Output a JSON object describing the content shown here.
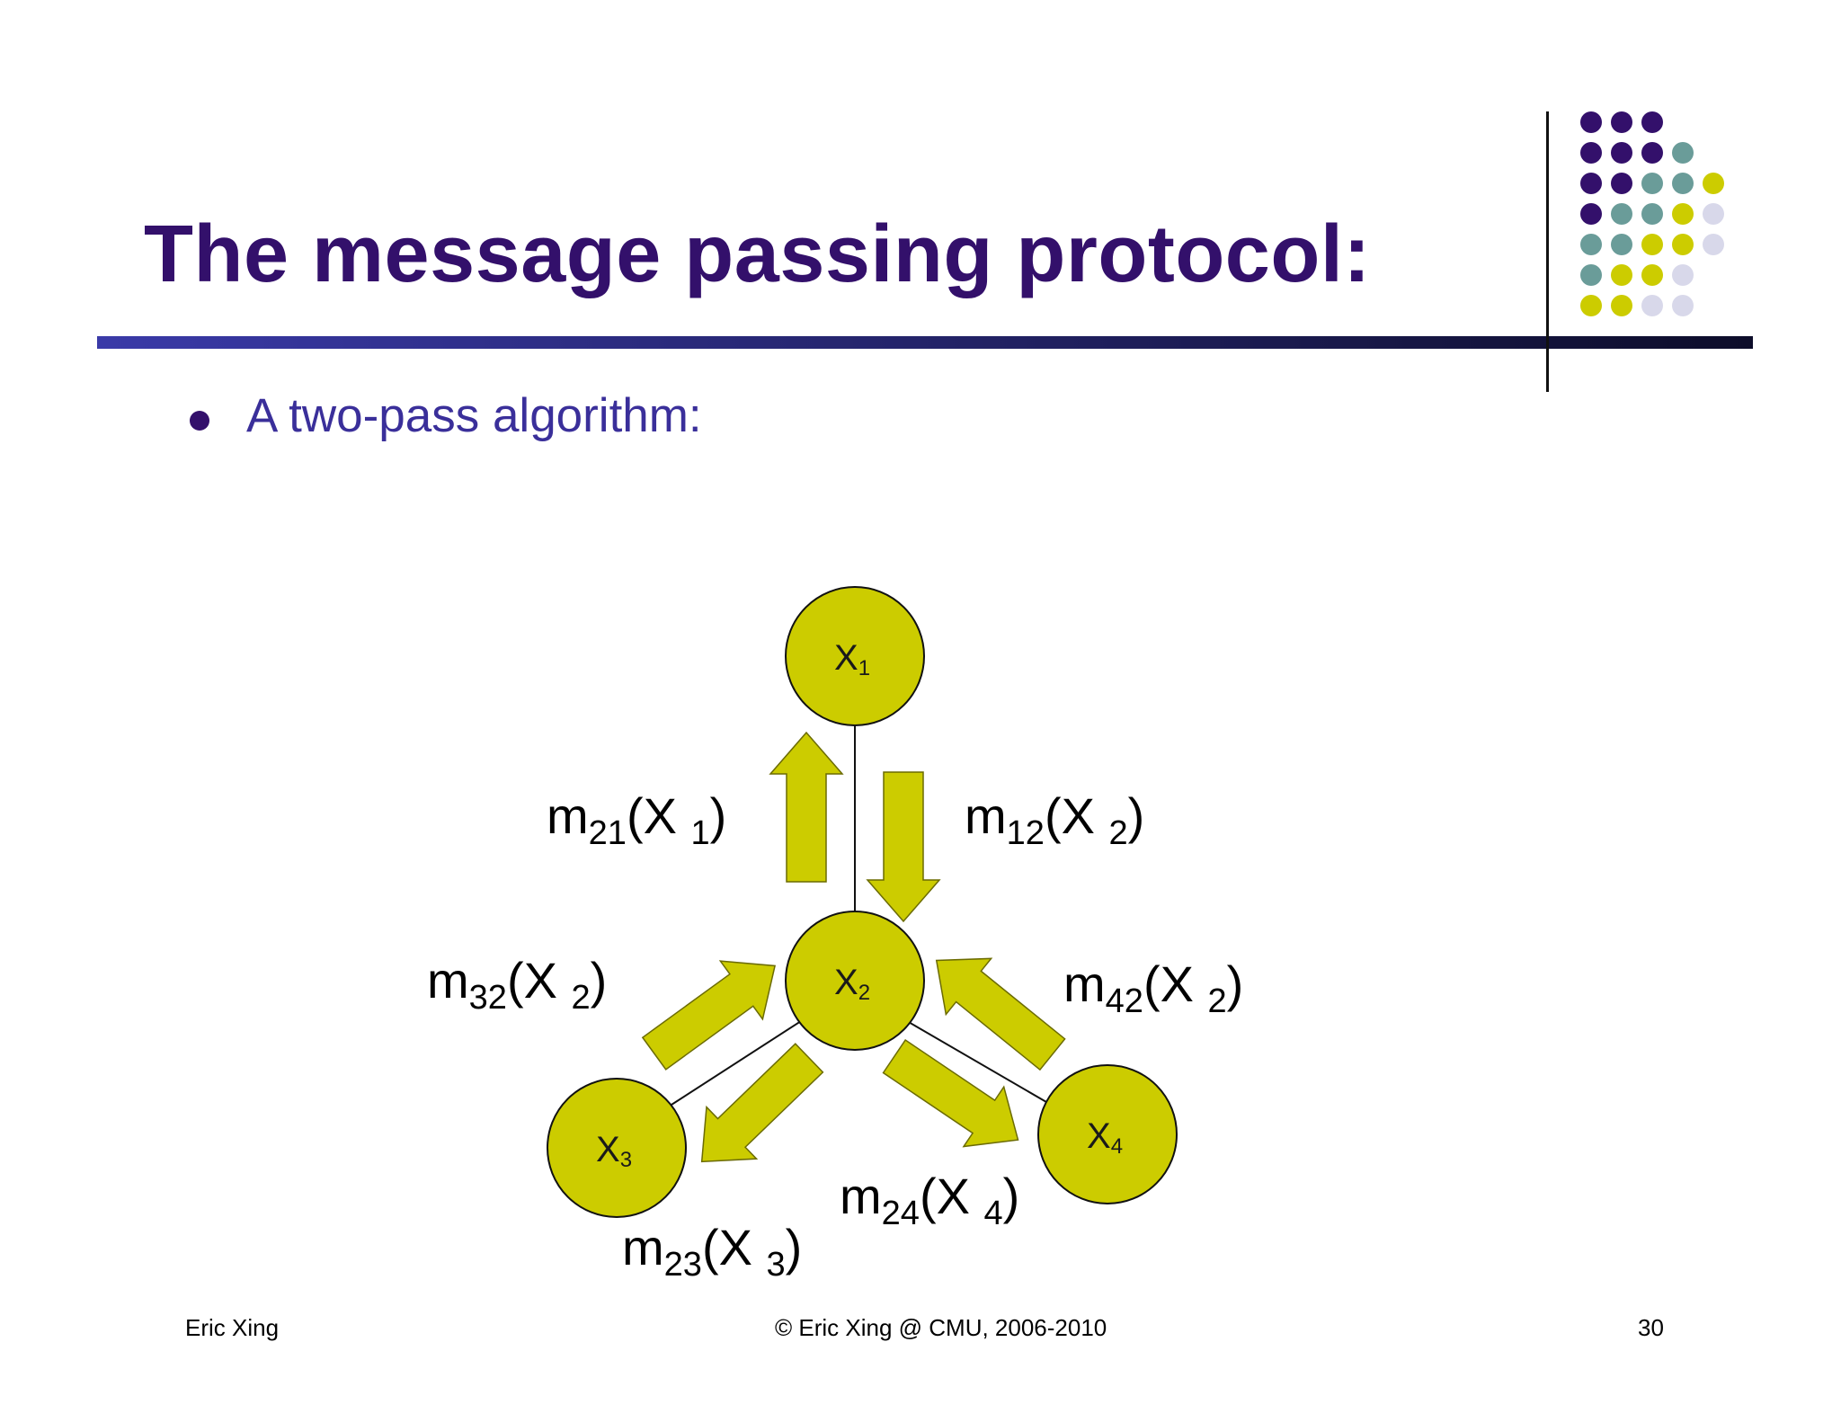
{
  "slide": {
    "title": "The message passing protocol:",
    "bullet": "A two-pass algorithm:",
    "footer": {
      "author": "Eric Xing",
      "copyright": "© Eric Xing @ CMU, 2006-2010",
      "page_number": "30"
    }
  },
  "colors": {
    "title": "#33106b",
    "bullet_text": "#3a2f9a",
    "node_fill": "#cccc00",
    "arrow_fill": "#cccc00",
    "rule_start": "#3a3aa8",
    "rule_end": "#0d0d2a",
    "dot_purple": "#33106b",
    "dot_teal": "#6a9c99",
    "dot_yellow": "#cccc00",
    "dot_lavender": "#d8d8ea"
  },
  "graph": {
    "nodes": [
      {
        "id": "x1",
        "base": "X",
        "sub": "1"
      },
      {
        "id": "x2",
        "base": "X",
        "sub": "2"
      },
      {
        "id": "x3",
        "base": "X",
        "sub": "3"
      },
      {
        "id": "x4",
        "base": "X",
        "sub": "4"
      }
    ],
    "messages": [
      {
        "id": "m21",
        "base": "m",
        "sub": "21",
        "arg": "X",
        "arg_sub": "1"
      },
      {
        "id": "m12",
        "base": "m",
        "sub": "12",
        "arg": "X",
        "arg_sub": "2"
      },
      {
        "id": "m32",
        "base": "m",
        "sub": "32",
        "arg": "X",
        "arg_sub": "2"
      },
      {
        "id": "m42",
        "base": "m",
        "sub": "42",
        "arg": "X",
        "arg_sub": "2"
      },
      {
        "id": "m23",
        "base": "m",
        "sub": "23",
        "arg": "X",
        "arg_sub": "3"
      },
      {
        "id": "m24",
        "base": "m",
        "sub": "24",
        "arg": "X",
        "arg_sub": "4"
      }
    ]
  }
}
